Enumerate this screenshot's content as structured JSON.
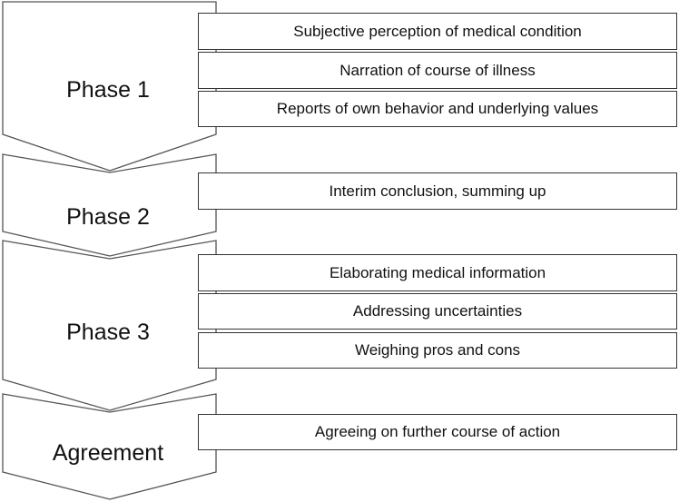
{
  "phases": [
    {
      "label": "Phase 1",
      "items": [
        "Subjective perception of medical condition",
        "Narration of course of illness",
        "Reports of own behavior and underlying values"
      ]
    },
    {
      "label": "Phase 2",
      "items": [
        "Interim conclusion, summing up"
      ]
    },
    {
      "label": "Phase 3",
      "items": [
        "Elaborating medical information",
        "Addressing uncertainties",
        "Weighing pros and cons"
      ]
    },
    {
      "label": "Agreement",
      "items": [
        "Agreeing on further course of action"
      ]
    }
  ]
}
